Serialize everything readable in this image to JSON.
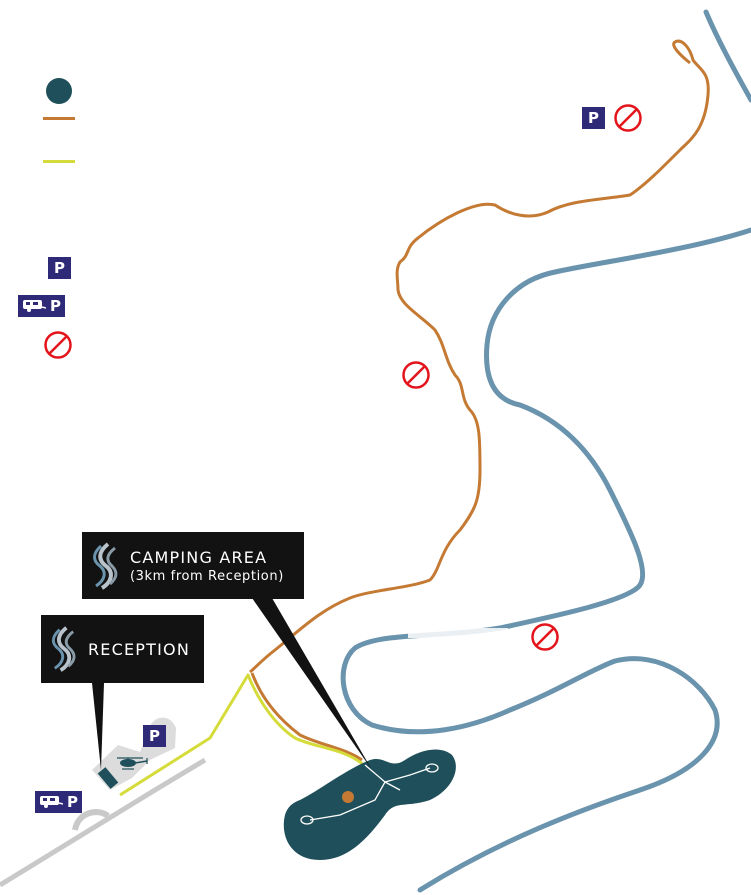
{
  "colors": {
    "river": "#6a93ad",
    "road": "#c57a34",
    "walk": "#d5dc3a",
    "highway": "#c9c9c9",
    "camp": "#1f4f5a",
    "label_bg": "#121212",
    "parking_bg": "#2f2a78",
    "no_sign": "#e3141b"
  },
  "legend": {
    "camp_icon": "camp-dot-icon",
    "road_icon": "road-line-icon",
    "walk_icon": "walking-path-line-icon",
    "parking_icon": "parking-icon",
    "rv_parking_icon": "rv-parking-icon",
    "no_entry_icon": "no-entry-icon",
    "parking_letter": "P",
    "rv_parking_letter": "P"
  },
  "labels": {
    "camping_area": {
      "title": "CAMPING AREA",
      "subtitle": "(3km from Reception)",
      "icon": "river-logo-icon"
    },
    "reception": {
      "title": "RECEPTION",
      "icon": "river-logo-icon"
    }
  },
  "markers": {
    "parking_letter": "P",
    "rv_parking_letter": "P",
    "helicopter_icon": "helicopter-icon",
    "no_entry_icon": "no-entry-icon"
  }
}
